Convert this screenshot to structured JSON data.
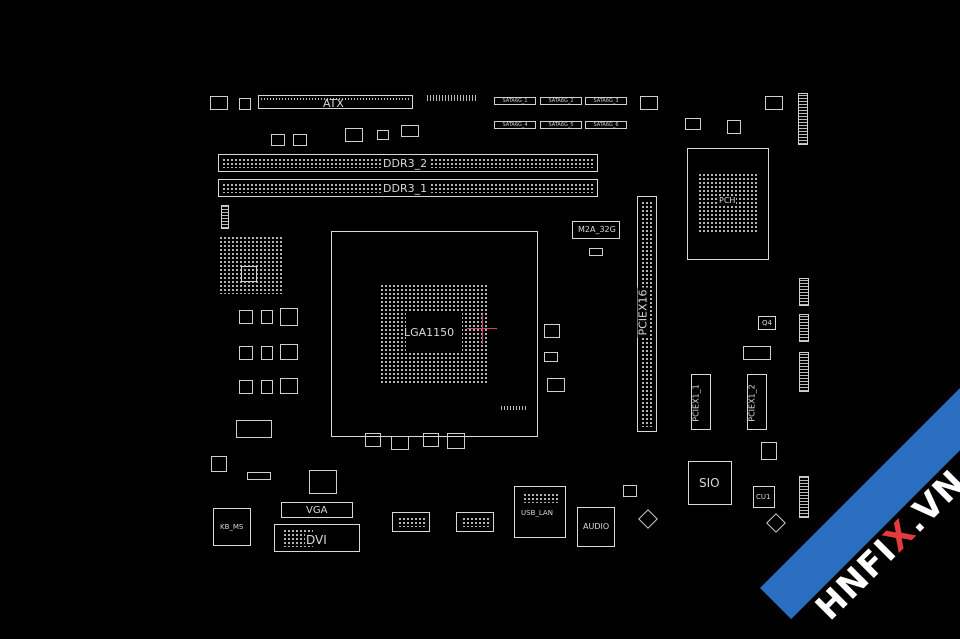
{
  "board": {
    "labels": {
      "atx": "ATX",
      "ddr3_2": "DDR3_2",
      "ddr3_1": "DDR3_1",
      "cpu_socket": "LGA1150",
      "m2": "M2A_32G",
      "pciex16": "PCIEX16",
      "pciex1_1": "PCIEX1_1",
      "pciex1_2": "PCIEX1_2",
      "sio": "SIO",
      "cu1": "CU1",
      "q4": "Q4",
      "pch": "PCH",
      "vga": "VGA",
      "dvi": "DVI",
      "kb_ms": "KB_MS",
      "usb_lan": "USB_LAN",
      "audio": "AUDIO"
    },
    "sata": [
      "SATA6G_1",
      "SATA6G_2",
      "SATA6G_3",
      "SATA6G_4",
      "SATA6G_5",
      "SATA6G_6"
    ]
  },
  "watermark": {
    "part1": "HNF",
    "part2": "I",
    "part3": "X",
    "part4": ".VN"
  },
  "colors": {
    "background": "#000000",
    "outline": "#d8d8d8",
    "banner": "#2a6fbf",
    "accent": "#e23b3b"
  }
}
